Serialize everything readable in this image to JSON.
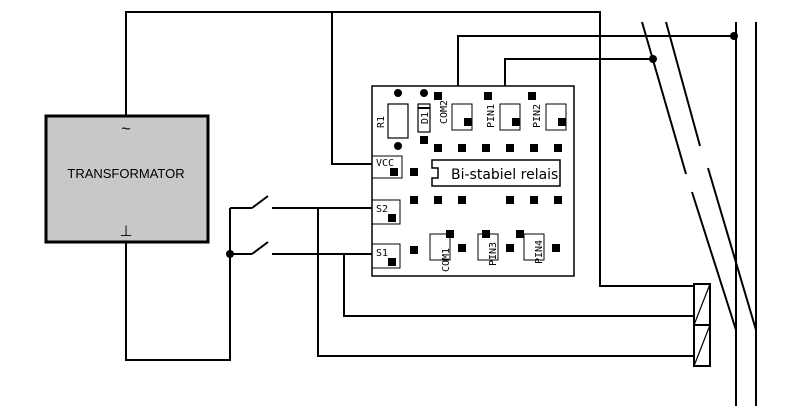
{
  "transformer": {
    "label": "TRANSFORMATOR",
    "ac_symbol": "~",
    "ground_symbol": "⊥"
  },
  "board": {
    "relay_label": "Bi-stabiel relais",
    "labels": {
      "r1": "R1",
      "d1": "D1",
      "com2": "COM2",
      "pin1": "PIN1",
      "pin2": "PIN2",
      "vcc": "VCC",
      "s2": "S2",
      "s1": "S1",
      "com1": "COM1",
      "pin3": "PIN3",
      "pin4": "PIN4"
    }
  },
  "colors": {
    "transformer_fill": "#c8c8c8",
    "wire": "#000000"
  }
}
